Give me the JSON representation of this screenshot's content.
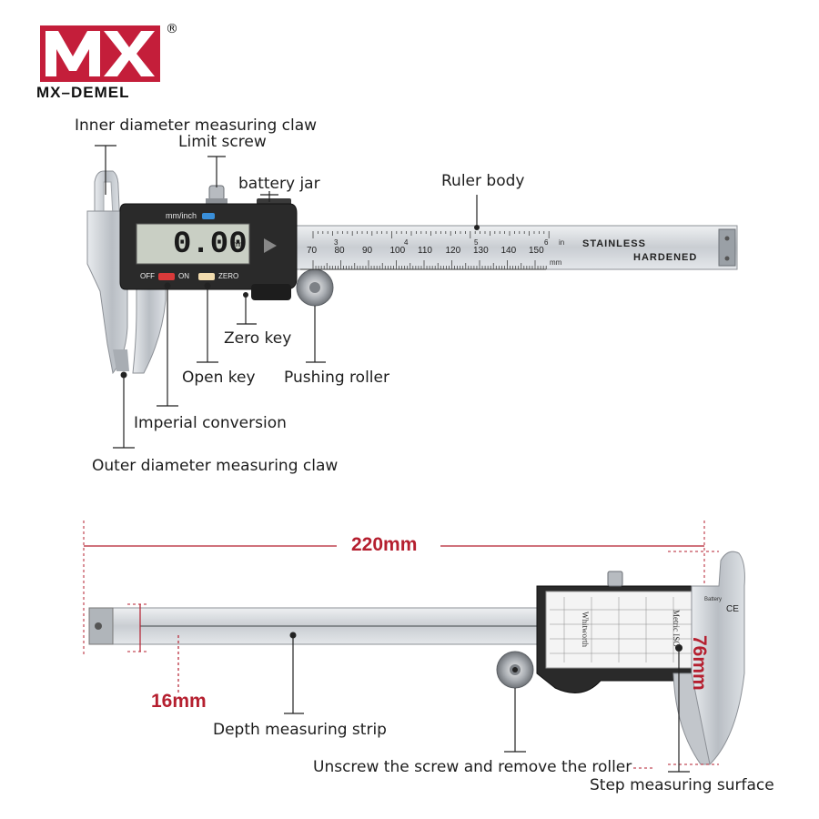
{
  "brand": {
    "logo_letters": "MX",
    "registered": "®",
    "name": "MX–DEMEL",
    "color": "#c41e3a"
  },
  "device": {
    "mode_label": "mm/inch",
    "reading": "0.00",
    "reading_unit": "mm",
    "off_label": "OFF",
    "on_label": "ON",
    "zero_label": "ZERO",
    "ruler_stamp_1": "STAINLESS",
    "ruler_stamp_2": "HARDENED",
    "inch_label": "in",
    "mm_label": "mm",
    "mm_ticks": [
      "70",
      "80",
      "90",
      "100",
      "110",
      "120",
      "130",
      "140",
      "150"
    ],
    "inch_ticks": [
      "3",
      "4",
      "5",
      "6"
    ],
    "back_title_1": "Metric ISO",
    "back_title_2": "Whitworth",
    "back_battery": "Battery",
    "back_ce": "CE"
  },
  "labels": {
    "inner_claw": "Inner diameter measuring claw",
    "limit_screw": "Limit screw",
    "battery_jar": "battery jar",
    "ruler_body": "Ruler body",
    "zero_key": "Zero key",
    "open_key": "Open key",
    "pushing_roller": "Pushing roller",
    "imperial_conversion": "Imperial conversion",
    "outer_claw": "Outer diameter measuring claw",
    "depth_strip": "Depth measuring strip",
    "remove_roller": "Unscrew the screw and remove the roller",
    "step_surface": "Step measuring surface"
  },
  "dimensions": {
    "length": "220mm",
    "depth": "16mm",
    "height": "76mm"
  },
  "colors": {
    "dimension": "#b51f2f",
    "lcd": "#c9cfc4",
    "steel": "#d4d7db",
    "body": "#2a2a2a",
    "off_button": "#d93a3a",
    "zero_button": "#f2dcae",
    "mode_button": "#3a8fd9"
  }
}
